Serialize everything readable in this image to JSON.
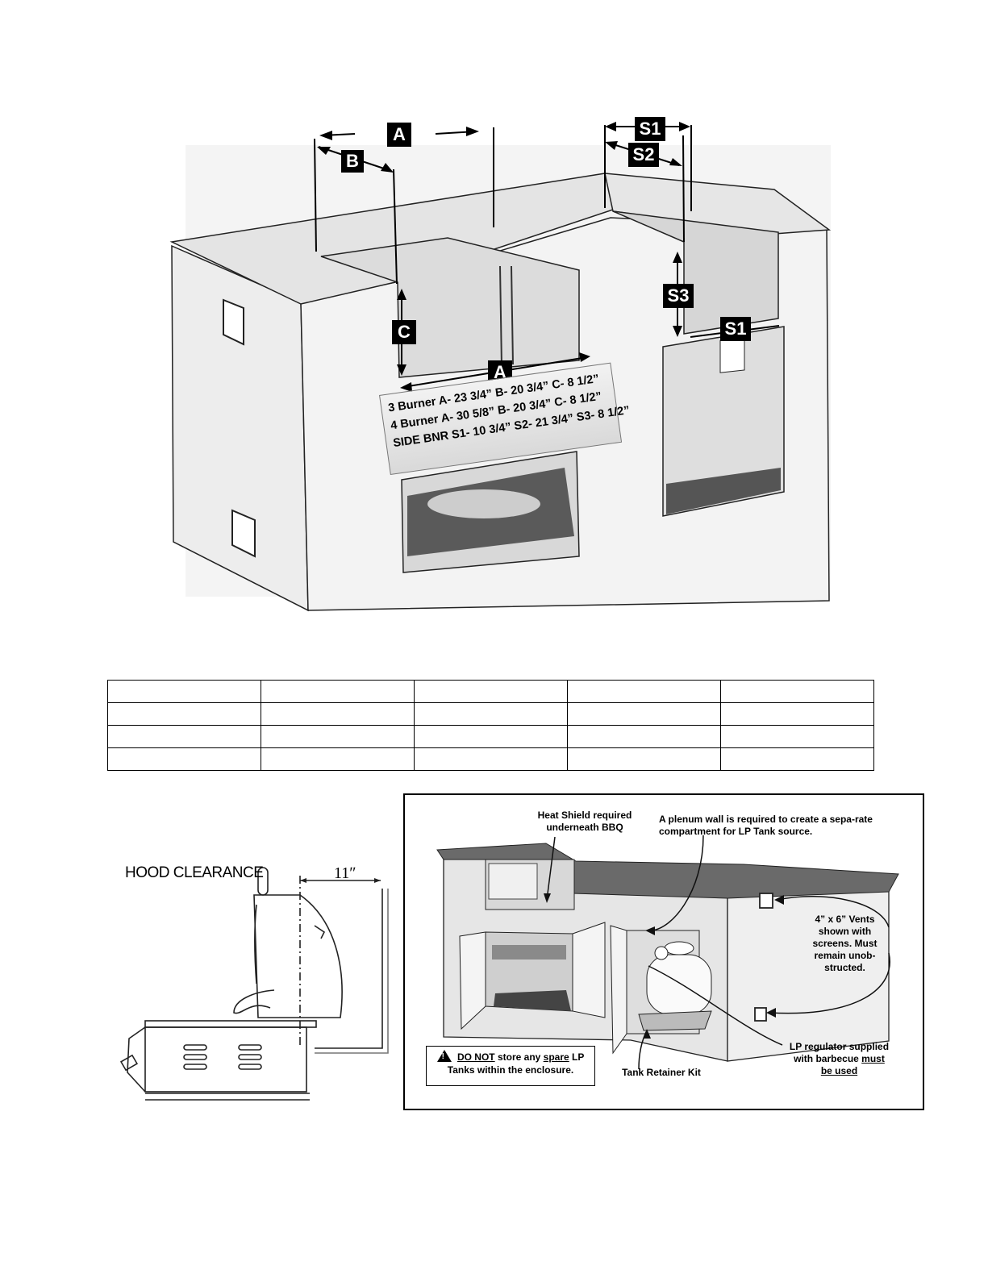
{
  "enclosure_diagram": {
    "labels": {
      "a": "A",
      "b": "B",
      "c": "C",
      "s1": "S1",
      "s2": "S2",
      "s3": "S3"
    },
    "dimensions": [
      "3 Burner A- 23 3/4”  B- 20 3/4”  C- 8 1/2”",
      "4 Burner A- 30 5/8”  B- 20 3/4”  C- 8 1/2”",
      "SIDE BNR S1- 10 3/4”  S2- 21 3/4”  S3- 8 1/2”"
    ]
  },
  "table": {
    "rows": [
      [
        "",
        "",
        "",
        "",
        ""
      ],
      [
        "",
        "",
        "",
        "",
        ""
      ],
      [
        "",
        "",
        "",
        "",
        ""
      ],
      [
        "",
        "",
        "",
        "",
        ""
      ]
    ]
  },
  "hood": {
    "title": "HOOD CLEARANCE",
    "clearance": "11ʺ"
  },
  "lp_panel": {
    "heat_shield": "Heat Shield required underneath BBQ",
    "plenum": "A plenum wall is required to create a sepa-rate compartment for LP Tank source.",
    "vents": "4” x 6” Vents shown with screens. Must remain unob-structed.",
    "regulator_line1": "LP regulator supplied",
    "regulator_line2": "with barbecue",
    "regulator_must": "must",
    "regulator_be_used": "be used",
    "tank_retainer": "Tank Retainer Kit",
    "warning_do_not": "DO NOT",
    "warning_mid": " store any ",
    "warning_spare": "spare",
    "warning_end": " LP",
    "warning_line2": "Tanks within the enclosure.",
    "warning_icon_glyph": "!"
  }
}
